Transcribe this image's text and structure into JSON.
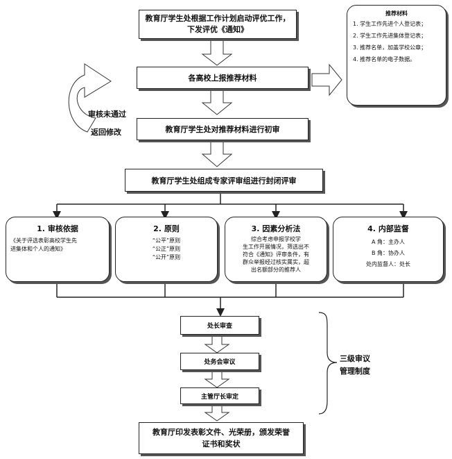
{
  "top_box": {
    "line1": "教育厅学生处根据工作计划启动评优工作，",
    "line2": "下发评优《通知》"
  },
  "materials_box": {
    "title": "推荐材料",
    "items": [
      "1. 学生工作先进个人登记表；",
      "2. 学生工作先进集体登记表；",
      "3. 推荐名单，加盖学校公章；",
      "4. 推荐名单的电子数据。"
    ]
  },
  "submit_box": {
    "text": "各高校上报推荐材料"
  },
  "reject_label": {
    "text": "审核未通过"
  },
  "return_label": {
    "text": "返回修改"
  },
  "first_review_box": {
    "text": "教育厅学生处对推荐材料进行初审"
  },
  "panel_box": {
    "text": "教育厅学生处组成专家评审组进行封闭评审"
  },
  "columns": [
    {
      "title": "1. 审核依据",
      "lines": [
        "《关于评选表彰高校学生先",
        "进集体和个人的通知》"
      ]
    },
    {
      "title": "2. 原则",
      "lines": [
        "“公平”原则",
        "“公正”原则",
        "“公开”原则"
      ]
    },
    {
      "title": "3. 因素分析法",
      "lines": [
        "综合考虑申报学校学",
        "生工作开展情况，筛选出不",
        "符合《通知》评审条件，有",
        "群众举报经过核实属实，超",
        "出名额部分的推荐人"
      ]
    },
    {
      "title": "4. 内部监督",
      "lines": [
        "A 角：主办人",
        "B 角：协办人",
        "处内监督人：处长"
      ]
    }
  ],
  "step_director": {
    "text": "处长审查"
  },
  "step_office": {
    "text": "处务会审议"
  },
  "step_head": {
    "text": "主管厅长审定"
  },
  "three_level": {
    "line1": "三级审议",
    "line2": "管理制度"
  },
  "final_box": {
    "line1": "教育厅印发表彰文件、光荣册，颁发荣誉",
    "line2": "证书和奖状"
  }
}
